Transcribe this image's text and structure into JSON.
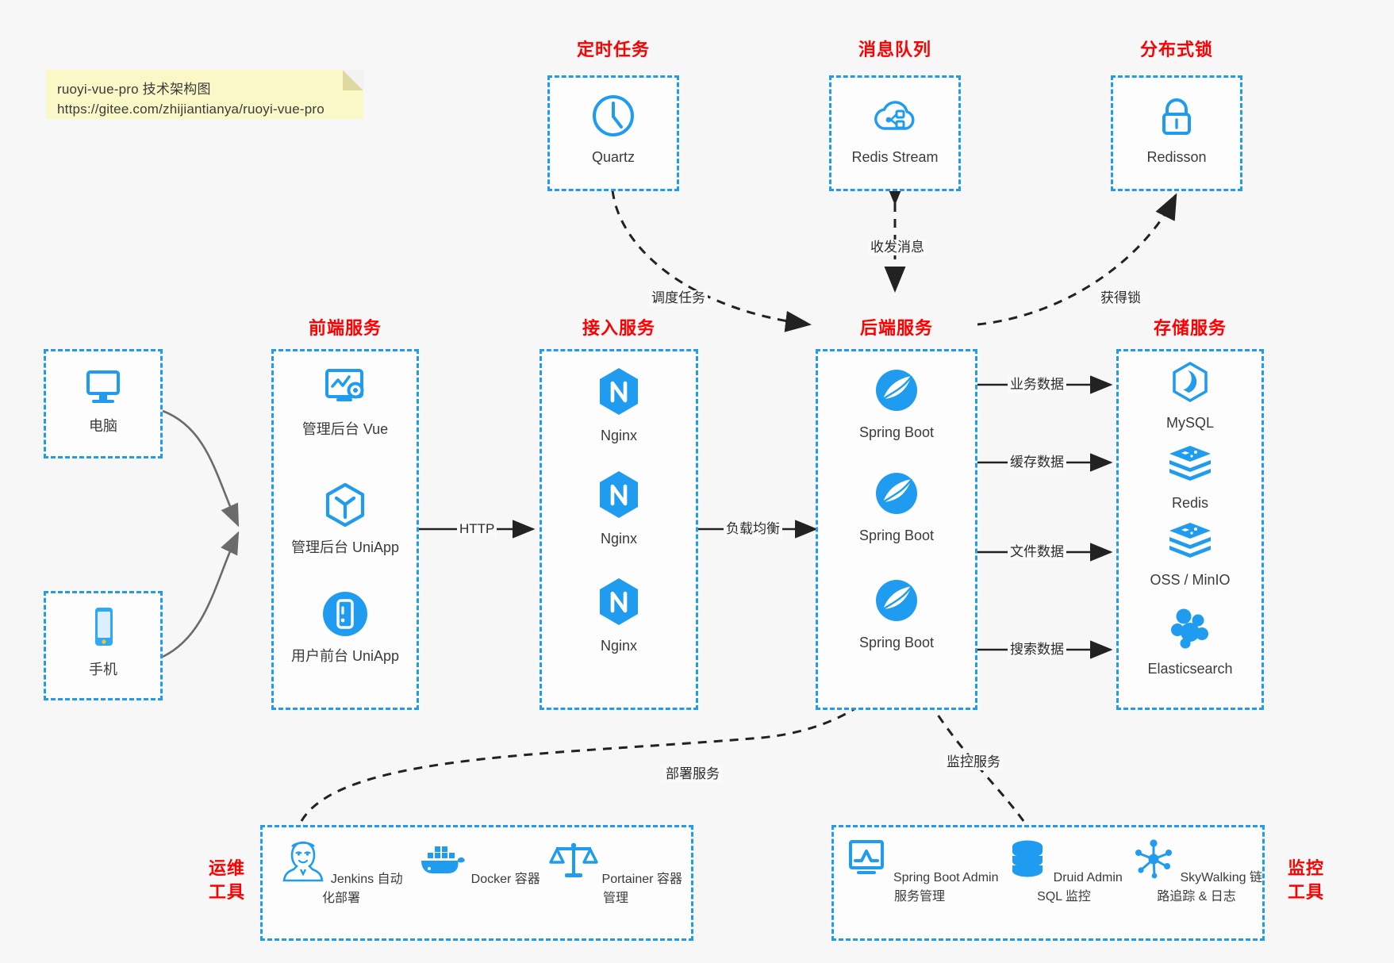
{
  "note": {
    "line1": "ruoyi-vue-pro 技术架构图",
    "line2": "https://gitee.com/zhijiantianya/ruoyi-vue-pro"
  },
  "colors": {
    "accent_blue": "#1f9cf0",
    "title_red": "#ff0000",
    "canvas": "#f7f7f7",
    "note_yellow": "#fbf8c8",
    "arrow_black": "#222222",
    "client_arrow_gray": "#6b6b6b"
  },
  "groups": {
    "scheduler": {
      "title": "定时任务",
      "nodes": [
        {
          "label": "Quartz",
          "icon": "clock-icon"
        }
      ]
    },
    "mq": {
      "title": "消息队列",
      "nodes": [
        {
          "label": "Redis Stream",
          "icon": "cloud-stream-icon"
        }
      ]
    },
    "lock": {
      "title": "分布式锁",
      "nodes": [
        {
          "label": "Redisson",
          "icon": "padlock-icon"
        }
      ]
    },
    "clients": {
      "nodes": [
        {
          "label": "电脑",
          "icon": "desktop-monitor-icon"
        },
        {
          "label": "手机",
          "icon": "smartphone-icon"
        }
      ]
    },
    "frontend": {
      "title": "前端服务",
      "nodes": [
        {
          "label": "管理后台 Vue",
          "icon": "dashboard-gear-icon"
        },
        {
          "label": "管理后台 UniApp",
          "icon": "uniapp-hexagon-icon"
        },
        {
          "label": "用户前台 UniApp",
          "icon": "mobile-app-circle-icon"
        }
      ]
    },
    "gateway": {
      "title": "接入服务",
      "nodes": [
        {
          "label": "Nginx",
          "icon": "nginx-icon"
        },
        {
          "label": "Nginx",
          "icon": "nginx-icon"
        },
        {
          "label": "Nginx",
          "icon": "nginx-icon"
        }
      ]
    },
    "backend": {
      "title": "后端服务",
      "nodes": [
        {
          "label": "Spring Boot",
          "icon": "spring-boot-icon"
        },
        {
          "label": "Spring Boot",
          "icon": "spring-boot-icon"
        },
        {
          "label": "Spring Boot",
          "icon": "spring-boot-icon"
        }
      ]
    },
    "storage": {
      "title": "存储服务",
      "nodes": [
        {
          "label": "MySQL",
          "icon": "mysql-dolphin-icon"
        },
        {
          "label": "Redis",
          "icon": "redis-stack-icon"
        },
        {
          "label": "OSS / MinIO",
          "icon": "oss-stack-icon"
        },
        {
          "label": "Elasticsearch",
          "icon": "elasticsearch-icon"
        }
      ]
    },
    "devops": {
      "title_line1": "运维",
      "title_line2": "工具",
      "nodes": [
        {
          "label": "Jenkins",
          "sublabel": "自动化部署",
          "icon": "jenkins-butler-icon"
        },
        {
          "label": "Docker",
          "sublabel": "容器",
          "icon": "docker-whale-icon"
        },
        {
          "label": "Portainer",
          "sublabel": "容器管理",
          "icon": "portainer-scales-icon"
        }
      ]
    },
    "monitor": {
      "title_line1": "监控",
      "title_line2": "工具",
      "nodes": [
        {
          "label": "Spring Boot Admin",
          "sublabel": "服务管理",
          "icon": "monitor-chart-icon"
        },
        {
          "label": "Druid Admin",
          "sublabel": "SQL 监控",
          "icon": "database-cylinder-icon"
        },
        {
          "label": "SkyWalking",
          "sublabel": "链路追踪 & 日志",
          "icon": "skywalking-nodes-icon"
        }
      ]
    }
  },
  "edges": [
    {
      "id": "http",
      "label": "HTTP",
      "from": "frontend",
      "to": "gateway"
    },
    {
      "id": "lb",
      "label": "负载均衡",
      "from": "gateway",
      "to": "backend"
    },
    {
      "id": "schedule",
      "label": "调度任务",
      "from": "scheduler",
      "to": "backend"
    },
    {
      "id": "messages",
      "label": "收发消息",
      "from": "mq",
      "to": "backend"
    },
    {
      "id": "getlock",
      "label": "获得锁",
      "from": "backend",
      "to": "lock"
    },
    {
      "id": "biz-data",
      "label": "业务数据",
      "from": "backend",
      "to": "storage-mysql"
    },
    {
      "id": "cache-data",
      "label": "缓存数据",
      "from": "backend",
      "to": "storage-redis"
    },
    {
      "id": "file-data",
      "label": "文件数据",
      "from": "backend",
      "to": "storage-oss"
    },
    {
      "id": "search-data",
      "label": "搜索数据",
      "from": "backend",
      "to": "storage-es"
    },
    {
      "id": "deploy",
      "label": "部署服务",
      "from": "devops",
      "to": "backend"
    },
    {
      "id": "observe",
      "label": "监控服务",
      "from": "monitor",
      "to": "backend"
    }
  ]
}
